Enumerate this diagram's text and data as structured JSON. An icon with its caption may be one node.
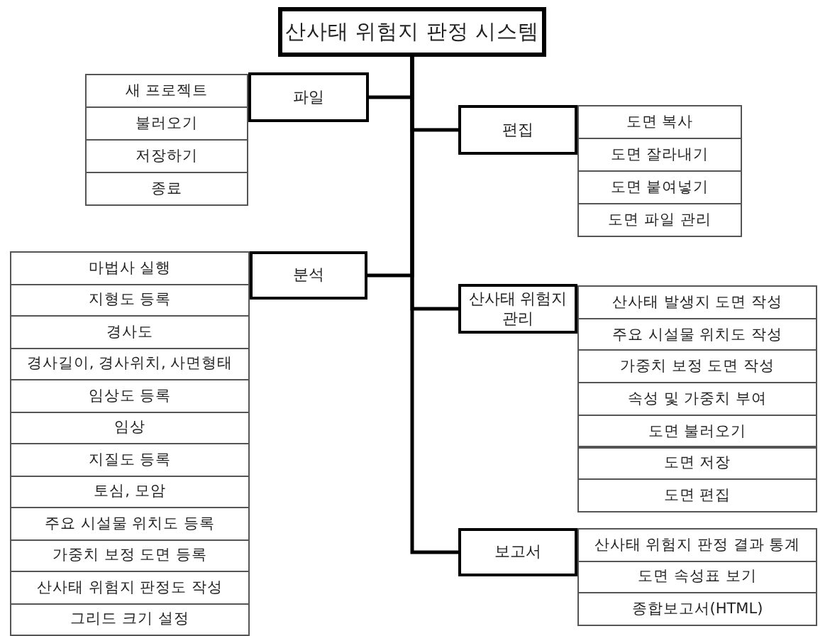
{
  "diagram": {
    "nodes": [
      {
        "text": [
          "산사태 위험지 판정 시스템"
        ]
      },
      {
        "text": [
          "파일"
        ]
      },
      {
        "text": [
          "새 프로젝트"
        ]
      },
      {
        "text": [
          "불러오기"
        ]
      },
      {
        "text": [
          "저장하기"
        ]
      },
      {
        "text": [
          "종료"
        ]
      },
      {
        "text": [
          "편집"
        ]
      },
      {
        "text": [
          "도면 복사"
        ]
      },
      {
        "text": [
          "도면 잘라내기"
        ]
      },
      {
        "text": [
          "도면 붙여넣기"
        ]
      },
      {
        "text": [
          "도면 파일 관리"
        ]
      },
      {
        "text": [
          "분석"
        ]
      },
      {
        "text": [
          "마법사 실행"
        ]
      },
      {
        "text": [
          "지형도 등록"
        ]
      },
      {
        "text": [
          "경사도"
        ]
      },
      {
        "text": [
          "경사길이, 경사위치, 사면형태"
        ]
      },
      {
        "text": [
          "임상도 등록"
        ]
      },
      {
        "text": [
          "임상"
        ]
      },
      {
        "text": [
          "지질도 등록"
        ]
      },
      {
        "text": [
          "토심, 모암"
        ]
      },
      {
        "text": [
          "주요 시설물 위치도 등록"
        ]
      },
      {
        "text": [
          "가중치 보정 도면 등록"
        ]
      },
      {
        "text": [
          "산사태 위험지 판정도 작성"
        ]
      },
      {
        "text": [
          "그리드 크기 설정"
        ]
      },
      {
        "text": [
          "산사태 위험지 관리"
        ]
      },
      {
        "text": [
          "산사태 발생지 도면 작성"
        ]
      },
      {
        "text": [
          "주요 시설물 위치도 작성"
        ]
      },
      {
        "text": [
          "가중치 보정 도면 작성"
        ]
      },
      {
        "text": [
          "속성 및 가중치 부여"
        ]
      },
      {
        "text": [
          "도면 불러오기"
        ]
      },
      {
        "text": [
          "도면 저장"
        ]
      },
      {
        "text": [
          "도면 편집"
        ]
      },
      {
        "text": [
          "보고서"
        ]
      },
      {
        "text": [
          "산사태 위험지 판정 결과 통계"
        ]
      },
      {
        "text": [
          "도면 속성표 보기"
        ]
      },
      {
        "text": [
          "종합보고서(HTML)"
        ]
      }
    ],
    "edges": [
      {
        "from": 0,
        "to": 1,
        "arrow": "none"
      },
      {
        "from": 0,
        "to": 6,
        "arrow": "none"
      },
      {
        "from": 0,
        "to": 11,
        "arrow": "none"
      },
      {
        "from": 0,
        "to": 24,
        "arrow": "none"
      },
      {
        "from": 0,
        "to": 32,
        "arrow": "none"
      }
    ]
  }
}
